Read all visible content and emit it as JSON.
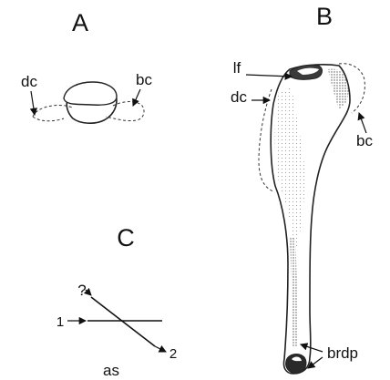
{
  "panels": {
    "a": {
      "letter": "A",
      "left_label": "dc",
      "right_label": "bc"
    },
    "b": {
      "letter": "B",
      "labels": {
        "lf": "lf",
        "dc": "dc",
        "bc": "bc",
        "brdp": "brdp"
      }
    },
    "c": {
      "letter": "C",
      "question": "?",
      "one": "1",
      "two": "2",
      "caption": "as"
    }
  }
}
